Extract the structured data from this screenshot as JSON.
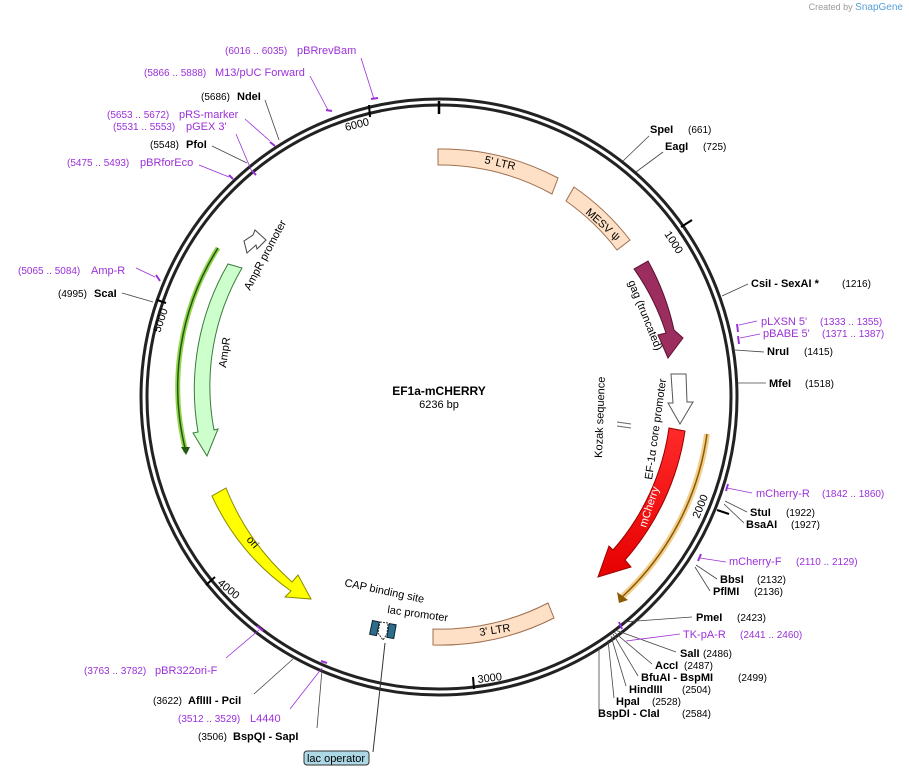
{
  "watermark": {
    "prefix": "Created by",
    "brand": "SnapGene"
  },
  "plasmid": {
    "name": "EF1a-mCHERRY",
    "size": "6236 bp"
  },
  "ticks": [
    "1000",
    "2000",
    "3000",
    "4000",
    "5000",
    "6000"
  ],
  "features": [
    {
      "label": "5' LTR",
      "color": "#fde0c5"
    },
    {
      "label": "MESV ψ",
      "color": "#fde0c5"
    },
    {
      "label": "gag (truncated)",
      "color": "#9b2d5f"
    },
    {
      "label": "EF-1α core promoter",
      "color": "#ffffff"
    },
    {
      "label": "Kozak sequence",
      "color": "#888888"
    },
    {
      "label": "mCherry",
      "color": "#ff0000"
    },
    {
      "label": "3' LTR",
      "color": "#fde0c5"
    },
    {
      "label": "CAP binding site",
      "color": "#2c6e8a"
    },
    {
      "label": "lac promoter",
      "color": "#ffffff"
    },
    {
      "label": "lac operator",
      "color": "#2c6e8a"
    },
    {
      "label": "ori",
      "color": "#ffff00"
    },
    {
      "label": "AmpR",
      "color": "#ccffcc"
    },
    {
      "label": "AmpR promoter",
      "color": "#ffffff"
    }
  ],
  "enzymes": [
    {
      "name": "SpeI",
      "pos": "(661)"
    },
    {
      "name": "EagI",
      "pos": "(725)"
    },
    {
      "name": "CsiI  - SexAI *",
      "pos": "(1216)"
    },
    {
      "name": "NruI",
      "pos": "(1415)"
    },
    {
      "name": "MfeI",
      "pos": "(1518)"
    },
    {
      "name": "StuI",
      "pos": "(1922)"
    },
    {
      "name": "BsaAI",
      "pos": "(1927)"
    },
    {
      "name": "BbsI",
      "pos": "(2132)"
    },
    {
      "name": "PflMI",
      "pos": "(2136)"
    },
    {
      "name": "PmeI",
      "pos": "(2423)"
    },
    {
      "name": "SalI",
      "pos": "(2486)"
    },
    {
      "name": "AccI",
      "pos": "(2487)"
    },
    {
      "name": "BfuAI  - BspMI",
      "pos": "(2499)"
    },
    {
      "name": "HindIII",
      "pos": "(2504)"
    },
    {
      "name": "HpaI",
      "pos": "(2528)"
    },
    {
      "name": "BspDI  - ClaI",
      "pos": "(2584)"
    },
    {
      "name": "BspQI  - SapI",
      "pos": "(3506)"
    },
    {
      "name": "AflIII  - PciI",
      "pos": "(3622)"
    },
    {
      "name": "ScaI",
      "pos": "(4995)"
    },
    {
      "name": "PfoI",
      "pos": "(5548)"
    },
    {
      "name": "NdeI",
      "pos": "(5686)"
    }
  ],
  "primers": [
    {
      "name": "pLXSN 5'",
      "pos": "(1333 .. 1355)"
    },
    {
      "name": "pBABE 5'",
      "pos": "(1371 .. 1387)"
    },
    {
      "name": "mCherry-R",
      "pos": "(1842 .. 1860)"
    },
    {
      "name": "mCherry-F",
      "pos": "(2110 .. 2129)"
    },
    {
      "name": "TK-pA-R",
      "pos": "(2441 .. 2460)"
    },
    {
      "name": "L4440",
      "pos": "(3512 .. 3529)"
    },
    {
      "name": "pBR322ori-F",
      "pos": "(3763 .. 3782)"
    },
    {
      "name": "Amp-R",
      "pos": "(5065 .. 5084)"
    },
    {
      "name": "pBRforEco",
      "pos": "(5475 .. 5493)"
    },
    {
      "name": "pGEX 3'",
      "pos": "(5531 .. 5553)"
    },
    {
      "name": "pRS-marker",
      "pos": "(5653 .. 5672)"
    },
    {
      "name": "M13/pUC Forward",
      "pos": "(5866 .. 5888)"
    },
    {
      "name": "pBRrevBam",
      "pos": "(6016 .. 6035)"
    }
  ]
}
